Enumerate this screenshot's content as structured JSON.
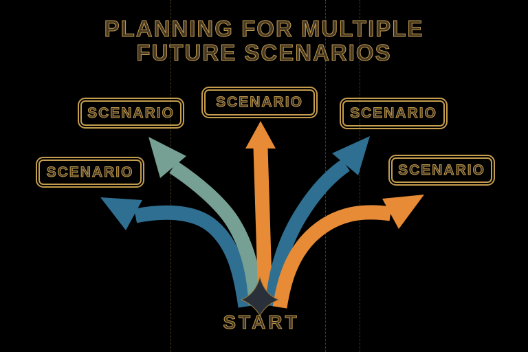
{
  "title": {
    "line1": "PLANNING FOR MULTIPLE",
    "line2": "FUTURE SCENARIOS"
  },
  "start": {
    "label": "START"
  },
  "scenarios": [
    {
      "id": "top-left",
      "label": "SCENARIO"
    },
    {
      "id": "top-center",
      "label": "SCENARIO"
    },
    {
      "id": "top-right",
      "label": "SCENARIO"
    },
    {
      "id": "far-left",
      "label": "SCENARIO"
    },
    {
      "id": "far-right",
      "label": "SCENARIO"
    }
  ],
  "arrows": [
    {
      "target": "far-left",
      "color_name": "blue"
    },
    {
      "target": "top-left",
      "color_name": "teal"
    },
    {
      "target": "top-center",
      "color_name": "orange"
    },
    {
      "target": "top-right",
      "color_name": "blue"
    },
    {
      "target": "far-right",
      "color_name": "orange"
    }
  ],
  "colors": {
    "background": "#000000",
    "gold": "#c59d4e",
    "dark_text": "#463823",
    "orange": "#e78b36",
    "teal": "#75a093",
    "blue": "#2f6f92",
    "diamond": "#2a3039"
  }
}
